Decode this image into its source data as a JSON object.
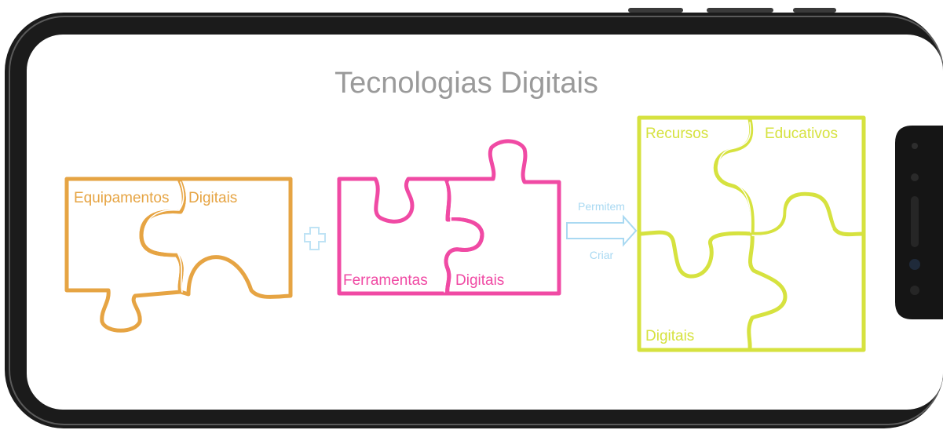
{
  "diagram": {
    "title": "Tecnologias Digitais",
    "groups": {
      "equipamentos": {
        "pieces": [
          "Equipamentos",
          "Digitais"
        ],
        "color": "#e6a443"
      },
      "ferramentas": {
        "pieces": [
          "Ferramentas",
          "Digitais"
        ],
        "color": "#f04aa4"
      },
      "recursos": {
        "pieces": [
          "Recursos",
          "Educativos",
          "Digitais"
        ],
        "color": "#d6e23f"
      }
    },
    "operator": {
      "symbol": "plus-icon",
      "color": "#bfe3f5"
    },
    "arrow": {
      "top_label": "Permitem",
      "bottom_label": "Criar",
      "color": "#a9d9f2"
    }
  },
  "device": {
    "frame_color": "#111111",
    "screen_color": "#ffffff"
  }
}
